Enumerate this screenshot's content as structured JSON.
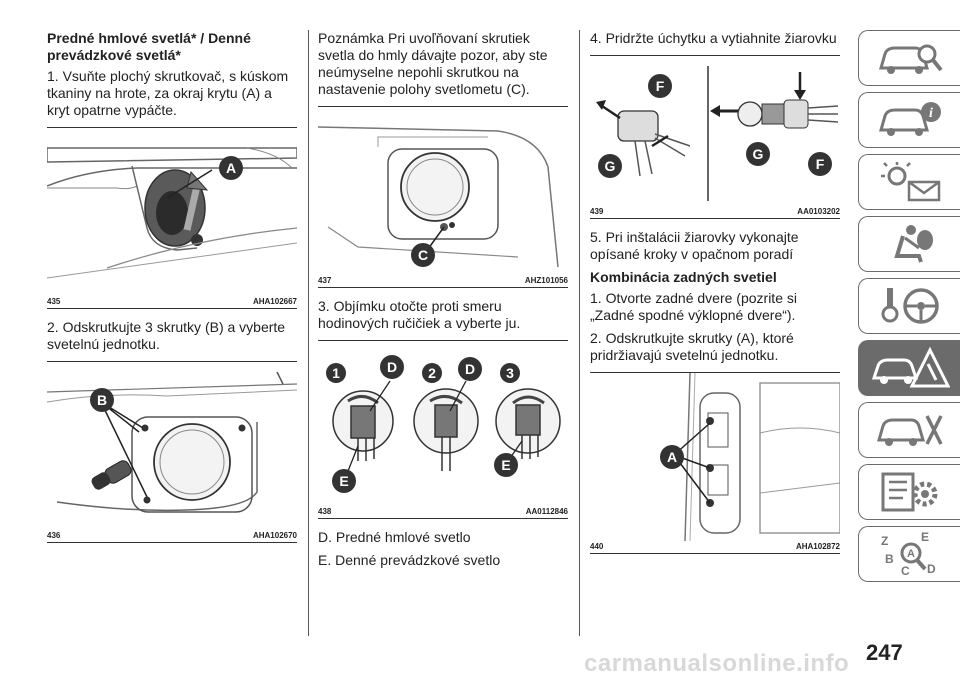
{
  "col1": {
    "heading": "Predné hmlové svetlá* / Denné prevádzkové svetlá*",
    "step1": "1. Vsuňte plochý skrutkovač, s kúskom tkaniny na hrote, za okraj krytu (A) a kryt opatrne vypáčte.",
    "fig435": {
      "num": "435",
      "code": "AHA102667",
      "label_a": "A"
    },
    "step2": "2. Odskrutkujte 3 skrutky (B) a vyberte svetelnú jednotku.",
    "fig436": {
      "num": "436",
      "code": "AHA102670",
      "label_b": "B"
    }
  },
  "col2": {
    "note": "Poznámka Pri uvoľňovaní skrutiek svetla do hmly dávajte pozor, aby ste neúmyselne nepohli skrutkou na nastavenie polohy svetlometu (C).",
    "fig437": {
      "num": "437",
      "code": "AHZ101056",
      "label_c": "C"
    },
    "step3": "3. Objímku otočte proti smeru hodinových ručičiek a vyberte ju.",
    "fig438": {
      "num": "438",
      "code": "AA0112846",
      "n1": "1",
      "n2": "2",
      "n3": "3",
      "d": "D",
      "e": "E"
    },
    "legend_d": "D. Predné hmlové svetlo",
    "legend_e": "E. Denné prevádzkové svetlo"
  },
  "col3": {
    "step4": "4. Pridržte úchytku a vytiahnite žiarovku",
    "fig439": {
      "num": "439",
      "code": "AA0103202",
      "f": "F",
      "g": "G"
    },
    "step5": "5. Pri inštalácii žiarovky vykonajte opísané kroky v opačnom poradí",
    "heading2": "Kombinácia zadných svetiel",
    "step1b": "1. Otvorte zadné dvere (pozrite si „Zadné spodné výklopné dvere“).",
    "step2b": "2. Odskrutkujte skrutky (A), ktoré pridržiavajú svetelnú jednotku.",
    "fig440": {
      "num": "440",
      "code": "AHA102872",
      "label_a": "A"
    }
  },
  "page_number": "247",
  "watermark": "carmanualsonline.info",
  "tabs": {
    "icons": [
      "car-search-icon",
      "car-info-icon",
      "lights-message-icon",
      "airbag-seat-icon",
      "key-steering-icon",
      "car-warning-icon",
      "car-service-icon",
      "settings-list-icon",
      "index-search-icon"
    ],
    "active_index": 5,
    "border_color": "#6b6b6b"
  }
}
